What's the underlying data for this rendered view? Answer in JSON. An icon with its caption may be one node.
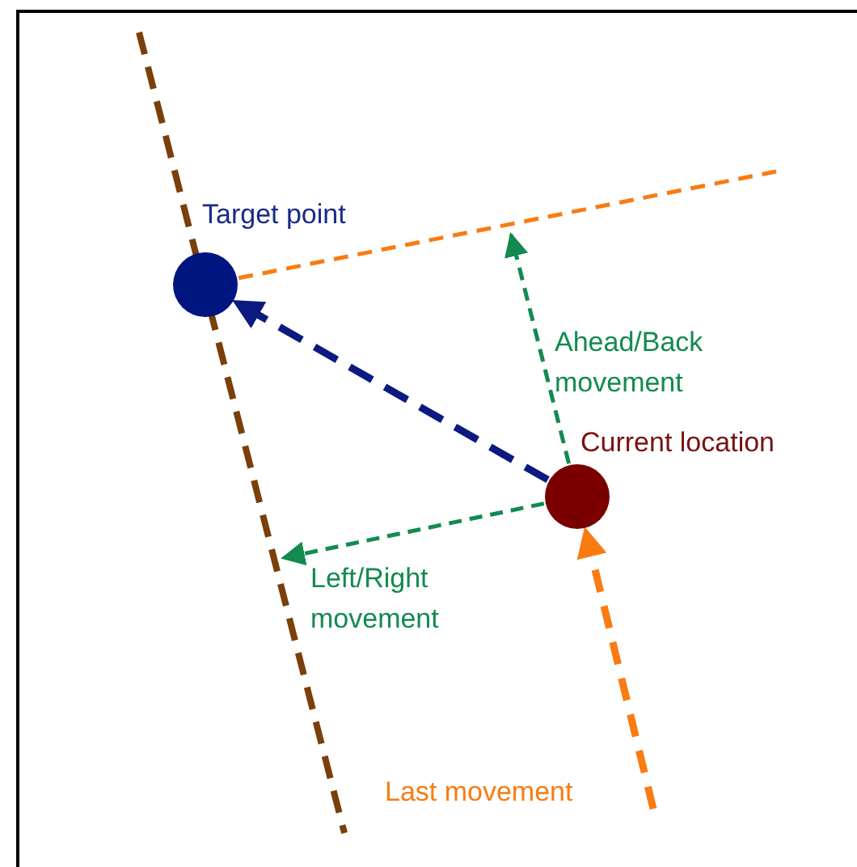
{
  "diagram": {
    "nodes": [
      {
        "text": [
          "Target point"
        ]
      },
      {
        "text": [
          "Current location"
        ]
      }
    ],
    "edges": [
      {
        "from": 1,
        "to": 0,
        "arrow": "to",
        "style": "dashed",
        "color": "#0a1a80"
      },
      {
        "from": 1,
        "to": null,
        "arrow": "to",
        "label": "Ahead/Back movement",
        "style": "dashed",
        "color": "#138a50"
      },
      {
        "from": 1,
        "to": null,
        "arrow": "to",
        "label": "Left/Right movement",
        "style": "dashed",
        "color": "#138a50"
      },
      {
        "from": null,
        "to": 1,
        "arrow": "to",
        "label": "Last movement",
        "style": "dashed",
        "color": "#f97b12"
      },
      {
        "from": 0,
        "to": null,
        "arrow": "none",
        "style": "dashed",
        "color": "#f97b12"
      }
    ]
  }
}
